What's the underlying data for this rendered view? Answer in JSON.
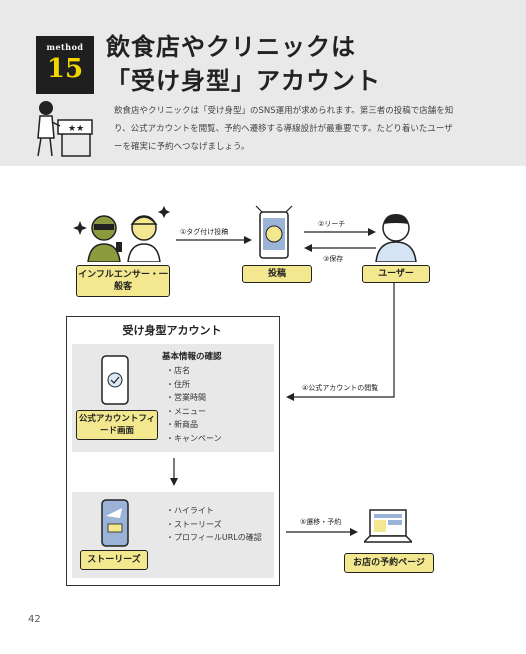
{
  "method": {
    "word": "method",
    "number": "15"
  },
  "title": {
    "line1": "飲食店やクリニックは",
    "line2": "「受け身型」アカウント"
  },
  "description": "飲食店やクリニックは「受け身型」のSNS運用が求められます。第三者の投稿で店舗を知り、公式アカウントを閲覧、予約へ遷移する導線設計が最重要です。たどり着いたユーザーを確実に予約へつなげましょう。",
  "flow": {
    "influencer_label": "インフルエンサー・一般客",
    "post_label": "投稿",
    "user_label": "ユーザー",
    "arrow1": "①タグ付け投稿",
    "arrow2": "②リーチ",
    "arrow3": "③保存",
    "arrow4": "④公式アカウントの閲覧",
    "arrow5": "⑤遷移・予約"
  },
  "account": {
    "title": "受け身型アカウント",
    "feed": {
      "label": "公式アカウントフィード画面",
      "heading": "基本情報の確認",
      "items": [
        "・店名",
        "・住所",
        "・営業時間",
        "・メニュー",
        "・新商品",
        "・キャンペーン"
      ]
    },
    "stories": {
      "label": "ストーリーズ",
      "items": [
        "・ハイライト",
        "・ストーリーズ",
        "・プロフィールURLの確認"
      ]
    }
  },
  "reservation_label": "お店の予約ページ",
  "page_number": "42",
  "colors": {
    "accent_yellow": "#f3e88f",
    "header_gray": "#e9e9e9",
    "panel_gray": "#e8e8e8"
  }
}
